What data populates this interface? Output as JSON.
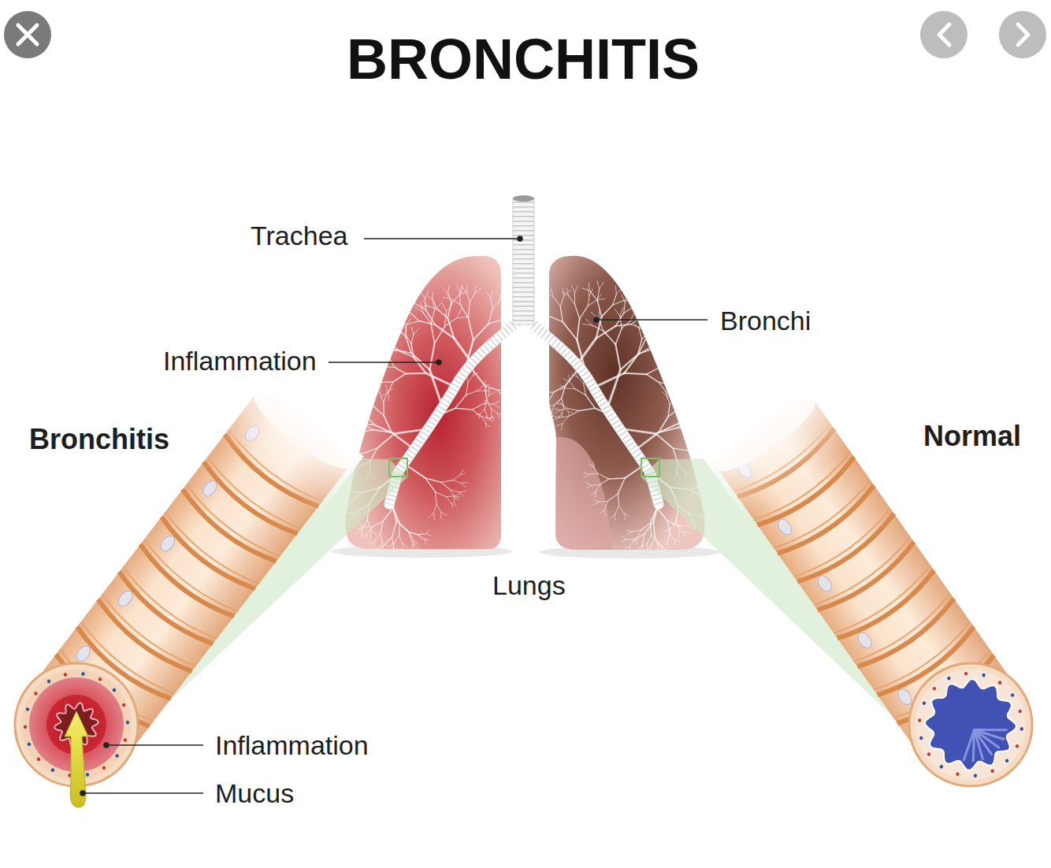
{
  "diagram": {
    "title": "BRONCHITIS",
    "labels": [
      "Trachea",
      "Bronchi",
      "Inflammation",
      "Bronchitis",
      "Normal",
      "Lungs",
      "Inflammation",
      "Mucus"
    ]
  }
}
